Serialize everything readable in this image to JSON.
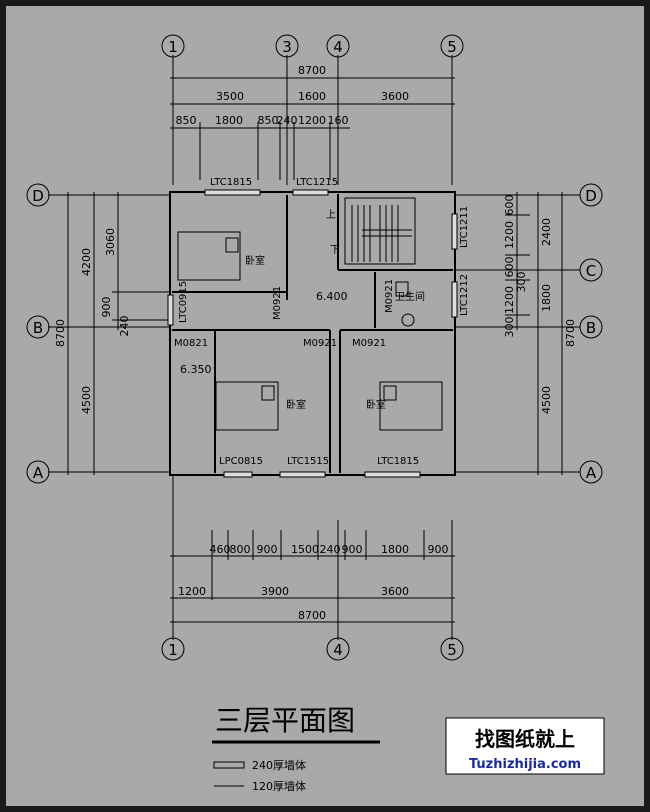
{
  "title": "三层平面图",
  "legend": [
    {
      "label": "240厚墙体"
    },
    {
      "label": "120厚墙体"
    }
  ],
  "watermark": {
    "line1": "找图纸就上",
    "line2": "Tuzhizhijia.com"
  },
  "axes": {
    "top": [
      "1",
      "3",
      "4",
      "5"
    ],
    "bottom": [
      "1",
      "4",
      "5"
    ],
    "left": [
      "D",
      "B",
      "A"
    ],
    "right": [
      "D",
      "C",
      "B",
      "A"
    ]
  },
  "dimensions": {
    "top_total": "8700",
    "top_mid": [
      "3500",
      "1600",
      "3600"
    ],
    "top_detail": [
      "850",
      "1800",
      "850",
      "240",
      "1200",
      "160"
    ],
    "bottom_detail": [
      "460",
      "800",
      "900",
      "1500",
      "240",
      "900",
      "1800",
      "900"
    ],
    "bottom_mid": [
      "1200",
      "3900",
      "3600"
    ],
    "bottom_total": "8700",
    "left_outer": "8700",
    "left_mid": [
      "4200",
      "4500"
    ],
    "left_inner": [
      "3060",
      "900",
      "240"
    ],
    "right_outer": "8700",
    "right_mid": [
      "2400",
      "1800",
      "4500"
    ],
    "right_inner": [
      "600",
      "1200",
      "600",
      "300",
      "1200",
      "300"
    ]
  },
  "rooms": {
    "bedroom": "卧室",
    "bathroom": "卫生间",
    "stair_up": "上",
    "stair_down": "下"
  },
  "elevations": {
    "main": "6.400",
    "balcony": "6.350"
  },
  "windows": [
    "LTC1815",
    "LTC1215",
    "LTC1211",
    "LTC1212",
    "LTC0915",
    "LPC0815",
    "LTC1515",
    "LTC1815"
  ],
  "doors": [
    "M0921",
    "M0921",
    "M0921",
    "M0921",
    "M0821"
  ],
  "colors": {
    "background": "#a9a9a9",
    "frame": "#1a1a1a",
    "ink": "#000000",
    "watermark_bg": "#ffffff",
    "watermark_text2": "#1a2aa0"
  }
}
